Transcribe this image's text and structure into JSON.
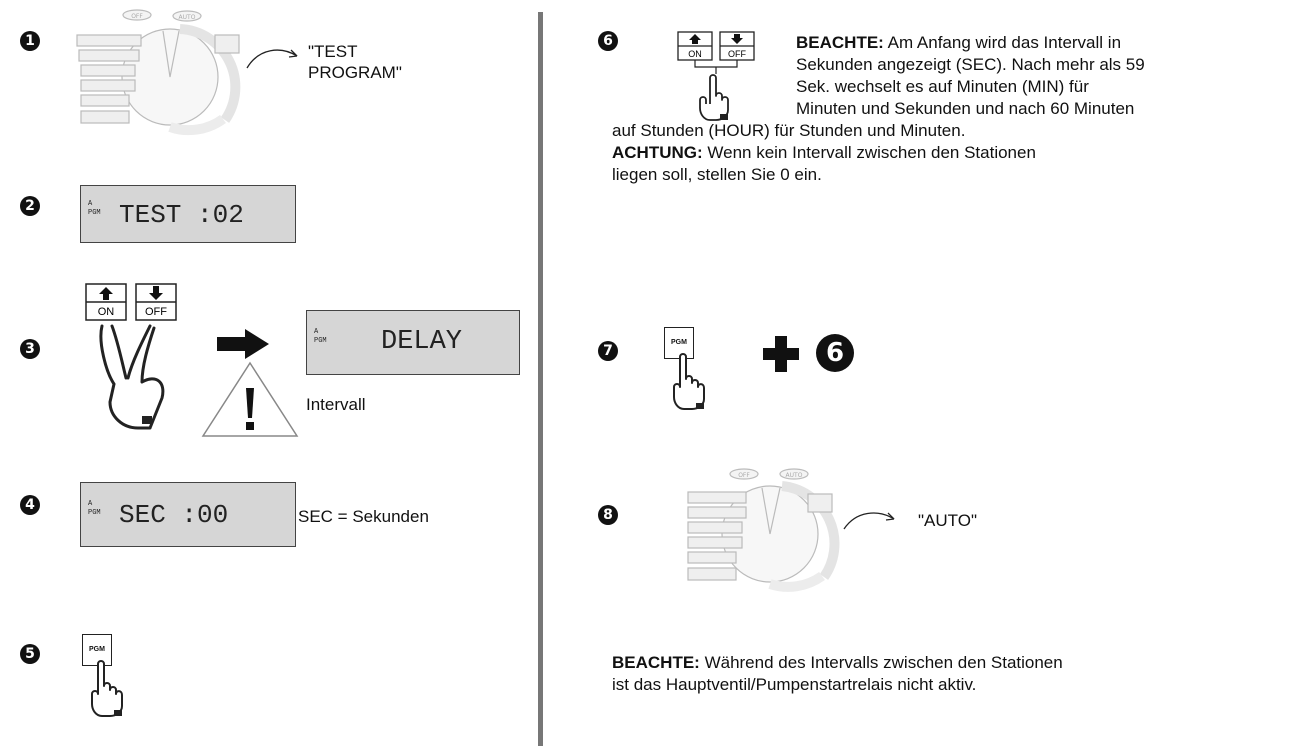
{
  "steps": [
    "1",
    "2",
    "3",
    "4",
    "5",
    "6",
    "7",
    "8"
  ],
  "dial": {
    "off_label": "OFF",
    "auto_label": "AUTO"
  },
  "step1": {
    "result_text_line1": "\"TEST",
    "result_text_line2": "PROGRAM\""
  },
  "step2": {
    "lcd_top": "A",
    "lcd_bottom": "PGM",
    "lcd_text": "TEST  :02"
  },
  "step3": {
    "key_on": "ON",
    "key_off": "OFF",
    "lcd_top": "A",
    "lcd_bottom": "PGM",
    "lcd_text": "DELAY",
    "caption": "Intervall"
  },
  "step4": {
    "lcd_top": "A",
    "lcd_bottom": "PGM",
    "lcd_text": "SEC   :00",
    "caption": "SEC = Sekunden"
  },
  "step5": {
    "button_label": "PGM"
  },
  "step6": {
    "key_on": "ON",
    "key_off": "OFF",
    "note_label": "BEACHTE:",
    "note_line1": " Am Anfang wird das Intervall in",
    "note_line2": "Sekunden angezeigt (SEC). Nach mehr als 59",
    "note_line3": "Sek. wechselt es auf Minuten (MIN) für",
    "note_line4": "Minuten und Sekunden und nach 60 Minuten",
    "note_line5": "auf Stunden (HOUR) für Stunden und Minuten.",
    "warn_label": "ACHTUNG:",
    "warn_line1": " Wenn kein Intervall zwischen den Stationen",
    "warn_line2": "liegen soll, stellen Sie 0 ein."
  },
  "step7": {
    "button_label": "PGM",
    "plus": "+",
    "ref_step": "6"
  },
  "step8": {
    "result_text": "\"AUTO\""
  },
  "footer_note": {
    "label": "BEACHTE:",
    "line1": " Während des Intervalls zwischen den Stationen",
    "line2": "ist das Hauptventil/Pumpenstartrelais nicht aktiv."
  }
}
